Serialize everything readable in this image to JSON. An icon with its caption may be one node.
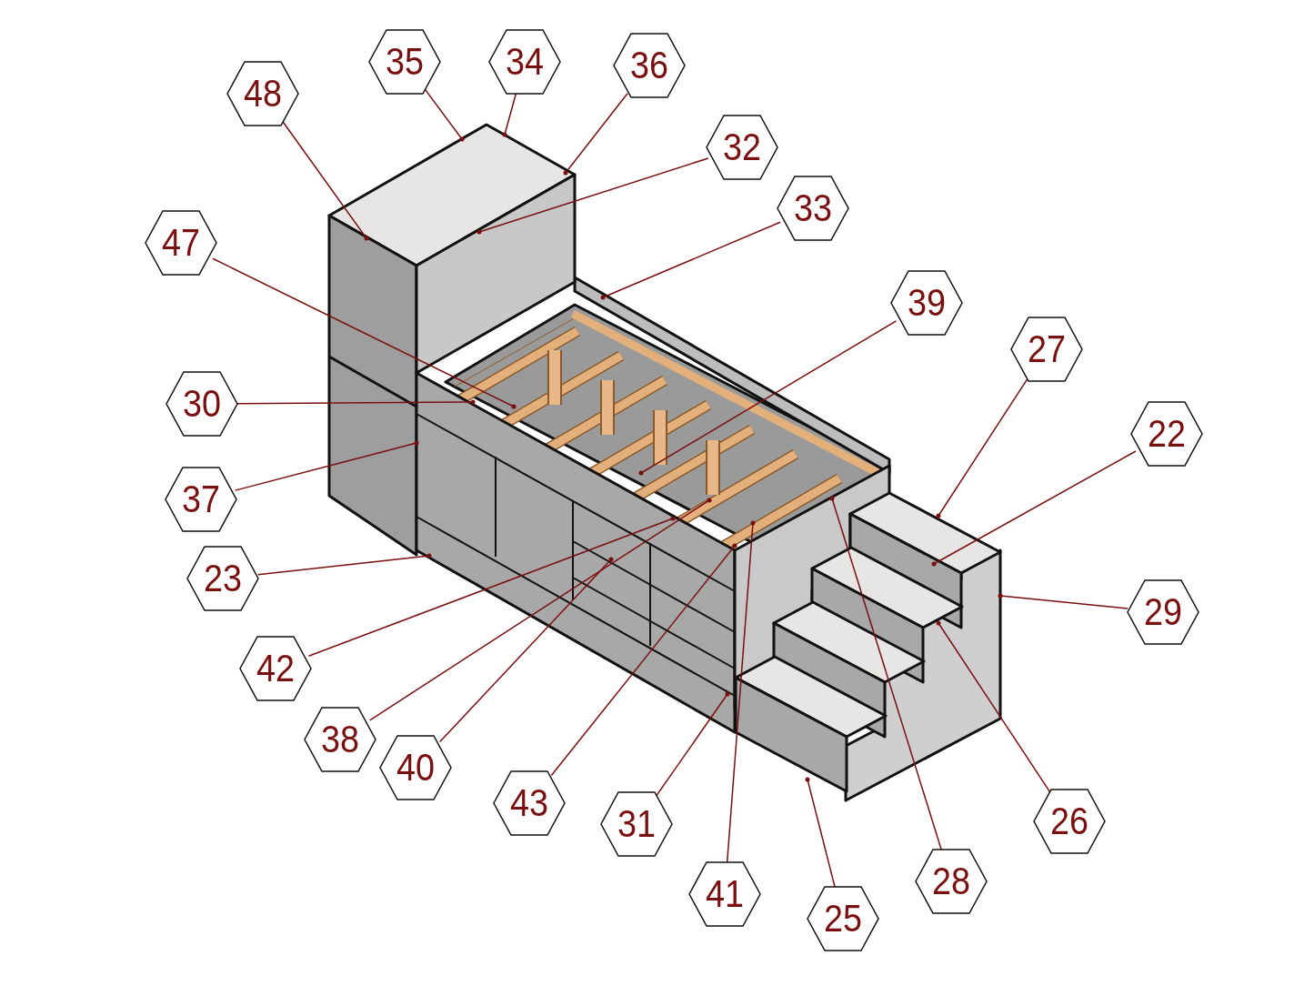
{
  "diagram": {
    "nodes": [
      {
        "text": [
          "35"
        ]
      },
      {
        "text": [
          "34"
        ]
      },
      {
        "text": [
          "36"
        ]
      },
      {
        "text": [
          "48"
        ]
      },
      {
        "text": [
          "32"
        ]
      },
      {
        "text": [
          "33"
        ]
      },
      {
        "text": [
          "47"
        ]
      },
      {
        "text": [
          "39"
        ]
      },
      {
        "text": [
          "27"
        ]
      },
      {
        "text": [
          "30"
        ]
      },
      {
        "text": [
          "22"
        ]
      },
      {
        "text": [
          "37"
        ]
      },
      {
        "text": [
          "23"
        ]
      },
      {
        "text": [
          "29"
        ]
      },
      {
        "text": [
          "42"
        ]
      },
      {
        "text": [
          "38"
        ]
      },
      {
        "text": [
          "40"
        ]
      },
      {
        "text": [
          "43"
        ]
      },
      {
        "text": [
          "26"
        ]
      },
      {
        "text": [
          "31"
        ]
      },
      {
        "text": [
          "28"
        ]
      },
      {
        "text": [
          "41"
        ]
      },
      {
        "text": [
          "25"
        ]
      }
    ],
    "edges": [
      {
        "from": 0,
        "to": null,
        "arrow": "other"
      },
      {
        "from": 1,
        "to": null,
        "arrow": "other"
      },
      {
        "from": 2,
        "to": null,
        "arrow": "other"
      },
      {
        "from": 3,
        "to": null,
        "arrow": "other"
      },
      {
        "from": 4,
        "to": null,
        "arrow": "other"
      },
      {
        "from": 5,
        "to": null,
        "arrow": "other"
      },
      {
        "from": 6,
        "to": null,
        "arrow": "other"
      },
      {
        "from": 7,
        "to": null,
        "arrow": "other"
      },
      {
        "from": 8,
        "to": null,
        "arrow": "other"
      },
      {
        "from": 9,
        "to": null,
        "arrow": "other"
      },
      {
        "from": 10,
        "to": null,
        "arrow": "other"
      },
      {
        "from": 11,
        "to": null,
        "arrow": "other"
      },
      {
        "from": 12,
        "to": null,
        "arrow": "other"
      },
      {
        "from": 13,
        "to": null,
        "arrow": "other"
      },
      {
        "from": 14,
        "to": null,
        "arrow": "other"
      },
      {
        "from": 15,
        "to": null,
        "arrow": "other"
      },
      {
        "from": 16,
        "to": null,
        "arrow": "other"
      },
      {
        "from": 17,
        "to": null,
        "arrow": "other"
      },
      {
        "from": 18,
        "to": null,
        "arrow": "other"
      },
      {
        "from": 19,
        "to": null,
        "arrow": "other"
      },
      {
        "from": 20,
        "to": null,
        "arrow": "other"
      },
      {
        "from": 21,
        "to": null,
        "arrow": "other"
      },
      {
        "from": 22,
        "to": null,
        "arrow": "other"
      }
    ]
  }
}
